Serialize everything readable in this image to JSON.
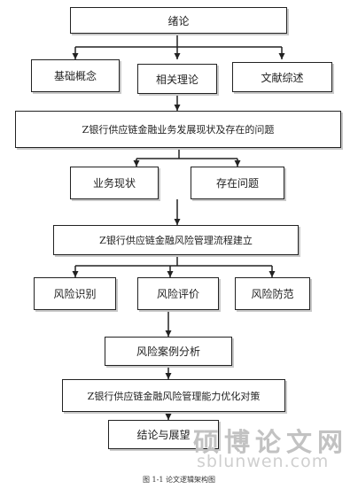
{
  "boxes": {
    "intro": "绪论",
    "basic": "基础概念",
    "theory": "相关理论",
    "review": "文献综述",
    "status_problems": "Z银行供应链金融业务发展现状及存在的问题",
    "status": "业务现状",
    "problems": "存在问题",
    "risk_process": "Z银行供应链金融风险管理流程建立",
    "identify": "风险识别",
    "evaluate": "风险评价",
    "prevent": "风险防范",
    "case": "风险案例分析",
    "optimize": "Z银行供应链金融风险管理能力优化对策",
    "conclusion": "结论与展望"
  },
  "watermark": {
    "cn": "硕博论文网",
    "url": "sblunwen.com"
  },
  "caption": "图 1-1 论文逻辑架构图"
}
